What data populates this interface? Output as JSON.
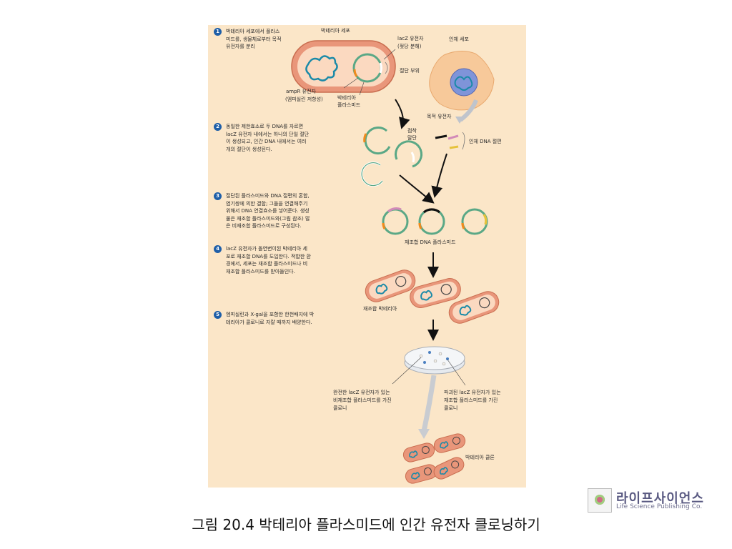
{
  "steps": [
    {
      "num": "1",
      "lines": [
        "박테리아 세포에서 플라스",
        "미드를, 생물체로부터 목적",
        "유전자를 분리"
      ]
    },
    {
      "num": "2",
      "lines": [
        "동일한 제한효소로 두 DNA를 자르면",
        "lacZ 유전자 내에서는 하나의 단일 절단",
        "이 생성되고, 인간 DNA 내에서는 여러",
        "개의 절단이 생성된다."
      ]
    },
    {
      "num": "3",
      "lines": [
        "절단된 플라스미드와 DNA 절편의 혼합,",
        "염기쌍에 의한 결합; 그들을 연결해주기",
        "위해서 DNA 연결효소를 넣어준다. 생성",
        "물은 재조합 플라스미드와(그림 참조) 많",
        "은 비재조합 플라스미드로 구성된다."
      ]
    },
    {
      "num": "4",
      "lines": [
        "lacZ 유전자가 돌연변이된 박테리아 세",
        "포로 재조합 DNA를 도입한다. 적합한 환",
        "경에서, 세포는 재조합 플라스미드나 비",
        "재조합 플라스미드를 받아들인다."
      ]
    },
    {
      "num": "5",
      "lines": [
        "엠피실린과 X-gal을 포함한 한천배지에 박",
        "테리아가 콜로니로 자랄 때까지 배양한다."
      ]
    }
  ],
  "labels": {
    "bacterial_cell": "박테리아 세포",
    "lacz_gene": "lacZ 유전자",
    "lacz_sub": "(젖당 분해)",
    "human_cell": "인체 세포",
    "cut_site": "절단 부위",
    "ampr_gene": "ampR 유전자",
    "ampr_sub": "(엠피실린 저항성)",
    "bacterial_plasmid_1": "박테리아",
    "bacterial_plasmid_2": "플라스미드",
    "target_gene": "목적 유전자",
    "sticky_end_1": "점착",
    "sticky_end_2": "말단",
    "human_dna_fragments": "인체 DNA 절편",
    "recombinant_plasmids": "재조합 DNA 플라스미드",
    "recombinant_bacteria": "재조합 박테리아",
    "colony_left_1": "완전한 lacZ 유전자가 있는",
    "colony_left_2": "비재조합 플라스미드를 가진",
    "colony_left_3": "콜로니",
    "colony_right_1": "파괴된 lacZ 유전자가 있는",
    "colony_right_2": "재조합 플라스미드를 가진",
    "colony_right_3": "콜로니",
    "bacterial_clones": "박테리아 클론"
  },
  "caption": "그림 20.4  박테리아 플라스미드에 인간 유전자 클로닝하기",
  "logo": {
    "korean": "라이프사이언스",
    "english": "Life Science Publishing Co."
  },
  "colors": {
    "panel": "#fbe6c8",
    "bacteria": "#e9967a",
    "plasmid": "#5aa886",
    "dna": "#1b8aa8",
    "human_cell": "#f7c99a",
    "step_badge": "#1f5fa8"
  }
}
